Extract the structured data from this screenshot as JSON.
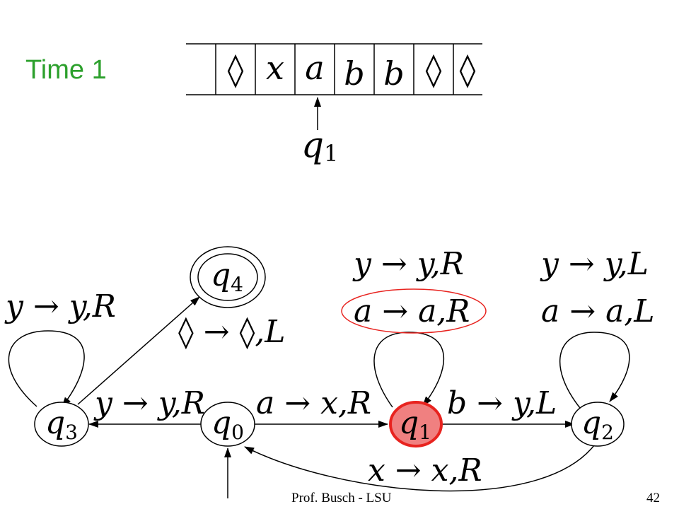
{
  "slide": {
    "title": "Time 1",
    "footer_left": "Prof. Busch - LSU",
    "page_number": "42"
  },
  "tape": {
    "cells": [
      "◊",
      "x",
      "a",
      "b",
      "b",
      "◊",
      "◊"
    ],
    "head_index": 2,
    "head_state": {
      "base": "q",
      "sub": "1"
    }
  },
  "states": [
    {
      "id": "q0",
      "base": "q",
      "sub": "0",
      "initial": true,
      "accepting": false,
      "current": false
    },
    {
      "id": "q1",
      "base": "q",
      "sub": "1",
      "initial": false,
      "accepting": false,
      "current": true
    },
    {
      "id": "q2",
      "base": "q",
      "sub": "2",
      "initial": false,
      "accepting": false,
      "current": false
    },
    {
      "id": "q3",
      "base": "q",
      "sub": "3",
      "initial": false,
      "accepting": false,
      "current": false
    },
    {
      "id": "q4",
      "base": "q",
      "sub": "4",
      "initial": false,
      "accepting": true,
      "current": false
    }
  ],
  "transitions": [
    {
      "from": "q3",
      "to": "q3",
      "labels": [
        "y → y,R"
      ]
    },
    {
      "from": "q3",
      "to": "q4",
      "labels": [
        "◊ → ◊,L"
      ]
    },
    {
      "from": "q0",
      "to": "q3",
      "labels": [
        "y → y,R"
      ]
    },
    {
      "from": "q0",
      "to": "q1",
      "labels": [
        "a → x,R"
      ]
    },
    {
      "from": "q1",
      "to": "q1",
      "labels": [
        "y → y,R",
        "a → a,R"
      ],
      "highlighted_label": 1
    },
    {
      "from": "q1",
      "to": "q2",
      "labels": [
        "b → y,L"
      ]
    },
    {
      "from": "q2",
      "to": "q2",
      "labels": [
        "y → y,L",
        "a → a,L"
      ]
    },
    {
      "from": "q2",
      "to": "q0",
      "labels": [
        "x → x,R"
      ]
    }
  ],
  "colors": {
    "title": "#2ca02c",
    "current_fill": "#f08080",
    "current_stroke": "#e8231f",
    "highlight_ring": "#e8231f"
  }
}
